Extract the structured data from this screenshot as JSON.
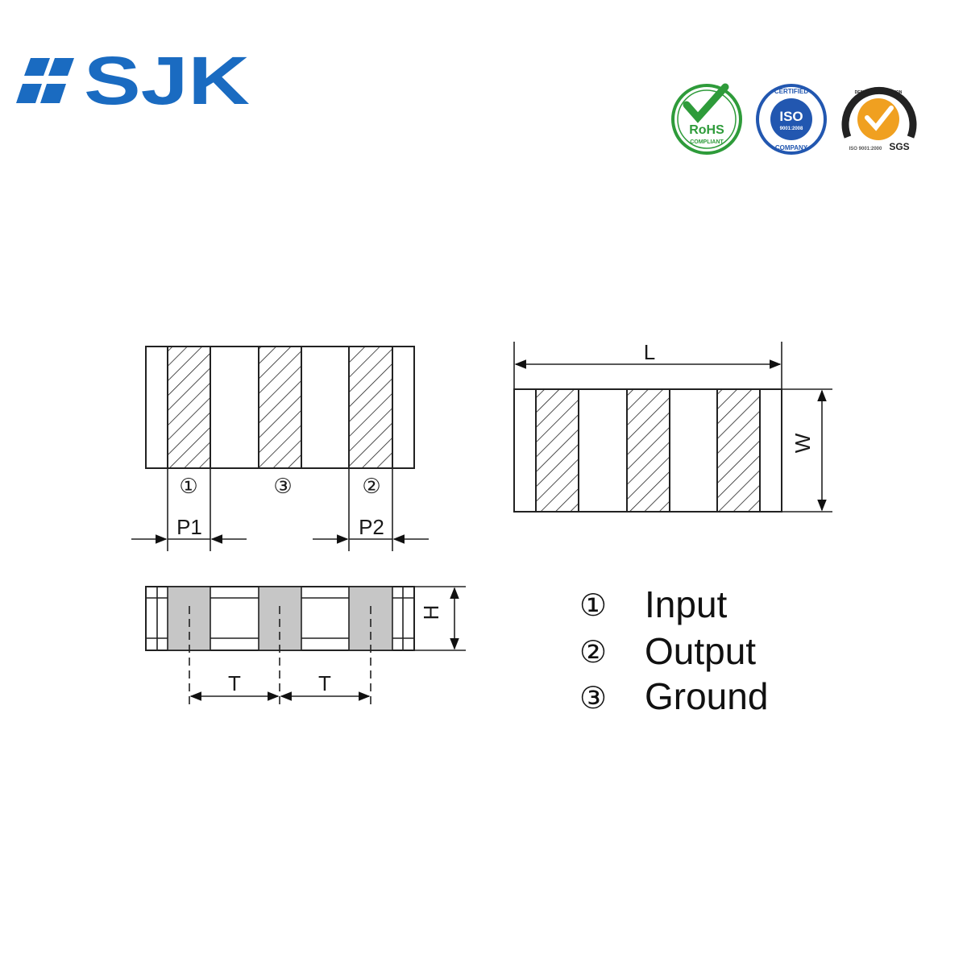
{
  "brand": {
    "name": "SJK",
    "color": "#1a6bc1"
  },
  "badges": [
    {
      "name": "rohs",
      "main": "RoHS",
      "sub": "COMPLIANT",
      "color": "#2e9b3a"
    },
    {
      "name": "iso",
      "top": "CERTIFIED",
      "main": "ISO",
      "sub_number": "9001:2008",
      "bottom": "COMPANY",
      "color": "#2257b0"
    },
    {
      "name": "sgs",
      "top": "DESIGN CERTIFICATION",
      "main": "SGS",
      "sub_number": "ISO 9001:2000",
      "color": "#f0a020"
    }
  ],
  "diagram": {
    "pin_markers": [
      "①",
      "③",
      "②"
    ],
    "dim_labels": {
      "p1": "P1",
      "p2": "P2",
      "length": "L",
      "width": "W",
      "height": "H",
      "pitch": "T"
    }
  },
  "legend": [
    {
      "num": "①",
      "label": "Input"
    },
    {
      "num": "②",
      "label": "Output"
    },
    {
      "num": "③",
      "label": "Ground"
    }
  ]
}
